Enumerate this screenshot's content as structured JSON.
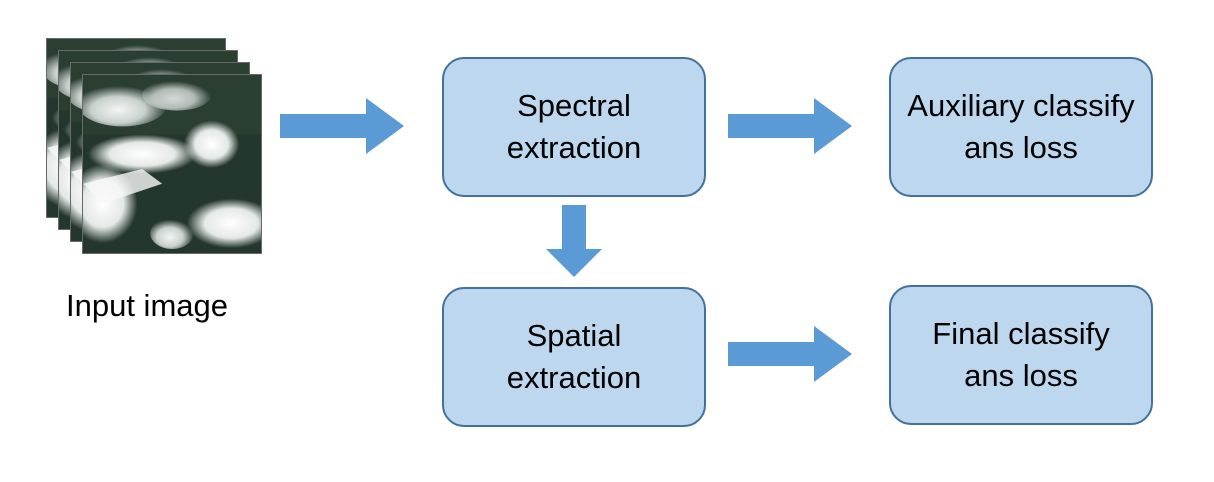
{
  "input": {
    "caption": "Input image"
  },
  "boxes": {
    "spectral": "Spectral\nextraction",
    "auxiliary": "Auxiliary  classify\nans loss",
    "spatial": "Spatial\nextraction",
    "final": "Final classify\nans loss"
  },
  "colors": {
    "box_fill": "#bdd7ee",
    "box_border": "#41719c",
    "arrow": "#5b9bd5"
  },
  "icons": {
    "input": "satellite-image-stack-icon",
    "arrows": "block-arrow-icon"
  }
}
